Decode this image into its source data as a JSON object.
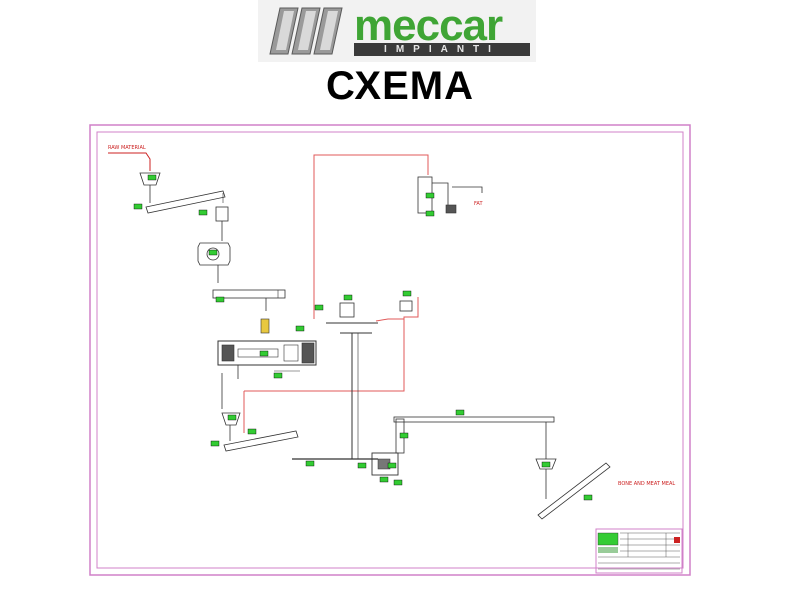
{
  "logo": {
    "wordmark": "meccar",
    "tagline": "IMPIANTI"
  },
  "slide_title": "СХЕМА",
  "drawing": {
    "labels": {
      "raw_material": "RAW MATERIAL",
      "fat": "FAT",
      "bone_and_meat_meal": "BONE AND MEAT MEAL"
    }
  }
}
